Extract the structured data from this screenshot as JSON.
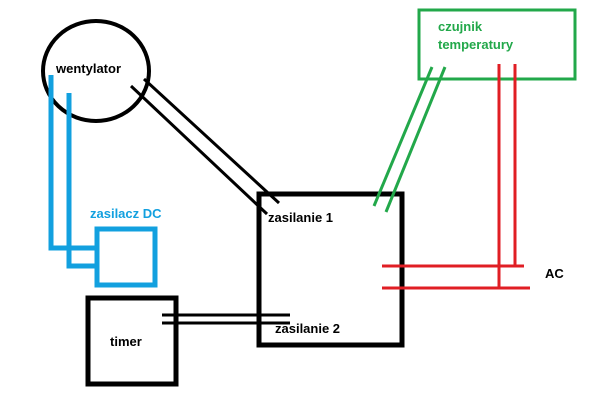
{
  "colors": {
    "background": "#ffffff",
    "black": "#000000",
    "blue": "#12a0df",
    "green": "#22a84a",
    "red": "#e01e24"
  },
  "nodes": {
    "fan": {
      "label": "wentylator",
      "shape": "circle",
      "color": "#000000"
    },
    "temperature_sensor": {
      "label_line1": "czujnik",
      "label_line2": "temperatury",
      "shape": "rectangle",
      "color": "#22a84a"
    },
    "dc_power_supply": {
      "label": "zasilacz DC",
      "shape": "rectangle",
      "color": "#12a0df"
    },
    "main_unit": {
      "shape": "rectangle",
      "color": "#000000"
    },
    "timer": {
      "label": "timer",
      "shape": "rectangle",
      "color": "#000000"
    }
  },
  "labels": {
    "power_1": "zasilanie 1",
    "power_2": "zasilanie 2",
    "ac": "AC"
  },
  "connections": [
    {
      "from": "fan",
      "to": "main_unit",
      "color": "black",
      "wires": 2
    },
    {
      "from": "fan",
      "to": "dc_power_supply",
      "color": "blue",
      "wires": 2
    },
    {
      "from": "temperature_sensor",
      "to": "main_unit",
      "color": "green",
      "wires": 2
    },
    {
      "from": "temperature_sensor",
      "to": "ac",
      "color": "red",
      "wires": 2
    },
    {
      "from": "main_unit",
      "to": "ac",
      "color": "red",
      "wires": 2
    },
    {
      "from": "timer",
      "to": "main_unit",
      "color": "black",
      "wires": 2
    }
  ]
}
